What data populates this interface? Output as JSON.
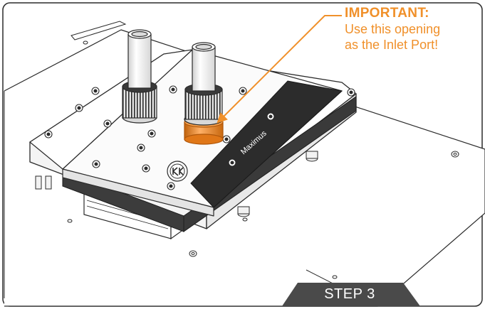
{
  "callout": {
    "heading": "IMPORTANT:",
    "line1": "Use this opening",
    "line2": "as the Inlet Port!",
    "color": "#f0902a"
  },
  "product": {
    "brand_text": "Maximus",
    "logo_icon": "ek-logo-icon"
  },
  "step": {
    "label": "STEP 3",
    "color": "#4a4a4a"
  },
  "highlight_color": "#f08a1c"
}
